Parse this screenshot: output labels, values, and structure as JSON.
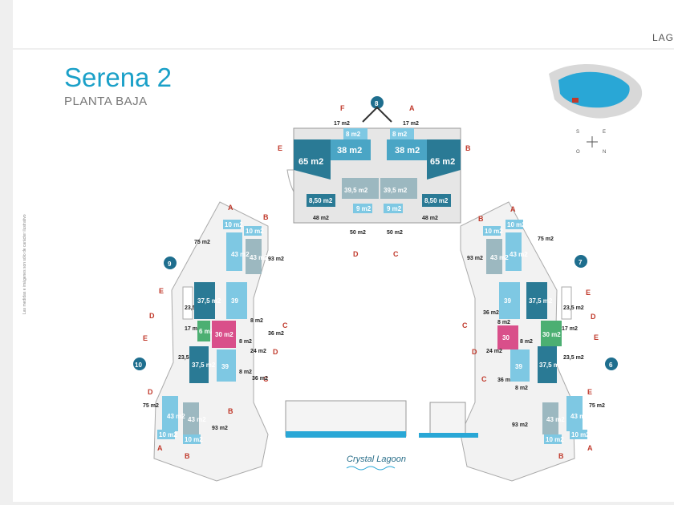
{
  "header": {
    "crumb": "LAG"
  },
  "plan": {
    "title": "Serena 2",
    "subtitle": "PLANTA BAJA",
    "side_note": "Las medidas e imágenes son sólo de carácter ilustrativo",
    "logo": "Crystal Lagoon",
    "compass": [
      "S",
      "E",
      "O",
      "N"
    ]
  },
  "north_block": {
    "number": "8",
    "letters": {
      "f": "F",
      "a": "A",
      "e": "E",
      "b": "B",
      "d": "D",
      "c": "C"
    },
    "areas": {
      "t1": "17 m2",
      "t2": "17 m2",
      "s1": "8 m2",
      "s2": "8 m2",
      "m1": "38 m2",
      "m2": "38 m2",
      "l1": "65 m2",
      "l2": "65 m2",
      "c1": "39,5 m2",
      "c2": "39,5 m2",
      "k1": "8,50 m2",
      "k2": "8,50 m2",
      "n1": "9 m2",
      "n2": "9 m2",
      "o1": "48 m2",
      "o2": "48 m2",
      "p1": "50 m2",
      "p2": "50 m2"
    }
  },
  "west_block": {
    "num_top": "9",
    "num_bottom": "10",
    "letters": {
      "a1": "A",
      "b1": "B",
      "e1": "E",
      "d1": "D",
      "e2": "E",
      "d2": "D",
      "c1": "C",
      "d3": "D",
      "c2": "C",
      "b2": "B",
      "a2": "A",
      "b3": "B"
    },
    "areas": {
      "t75": "75 m2",
      "u10a": "10 m2",
      "u10b": "10 m2",
      "u43a": "43 m2",
      "u43b": "43 m2",
      "u93": "93 m2",
      "u235": "23,5 m2",
      "u375a": "37,5 m2",
      "u39a": "39",
      "u8a": "8 m2",
      "u17": "17 m2",
      "u6": "6 m2",
      "u30": "30 m2",
      "u8b": "8 m2",
      "u235b": "23,5 m2",
      "u24": "24 m2",
      "u36a": "36 m2",
      "u375b": "37,5 m2",
      "u39b": "39",
      "u8c": "8 m2",
      "u36b": "36 m2",
      "b75": "75 m2",
      "b43a": "43 m2",
      "b43b": "43 m2",
      "b10a": "10 m2",
      "b10b": "10 m2",
      "b93": "93 m2"
    }
  },
  "east_block": {
    "num_top": "7",
    "num_bottom": "6",
    "letters": {
      "b1": "B",
      "a1": "A",
      "e1": "E",
      "d1": "D",
      "c1": "C",
      "e2": "E",
      "d2": "D",
      "c2": "C",
      "e3": "E",
      "b2": "B",
      "a2": "A"
    },
    "areas": {
      "u10a": "10 m2",
      "u10b": "10 m2",
      "u43a": "43 m2",
      "u43b": "43 m2",
      "t75": "75 m2",
      "u93": "93 m2",
      "u375": "37,5 m2",
      "u235": "23,5 m2",
      "u36": "36 m2",
      "u39a": "39",
      "u8a": "8 m2",
      "u17": "17 m2",
      "u30a": "30",
      "u30b": "30 m2",
      "u8b": "8 m2",
      "u24": "24 m2",
      "u235b": "23,5 m2",
      "u36b": "36 m2",
      "u39b": "39",
      "u8c": "8 m2",
      "u375b": "37,5 m2",
      "b75": "75 m2",
      "b93": "93 m2",
      "b43a": "43 m2",
      "b43b": "43 m2",
      "b10a": "10 m2",
      "b10b": "10 m2"
    }
  },
  "colors": {
    "accent": "#1aa0c8",
    "unit_light": "#7ec8e3",
    "unit_mid": "#3d9ab8",
    "unit_dark": "#2a7a95",
    "unit_grey": "#9cb8c0",
    "pink": "#d94f8a",
    "green": "#4caf72",
    "red": "#c0392b"
  }
}
